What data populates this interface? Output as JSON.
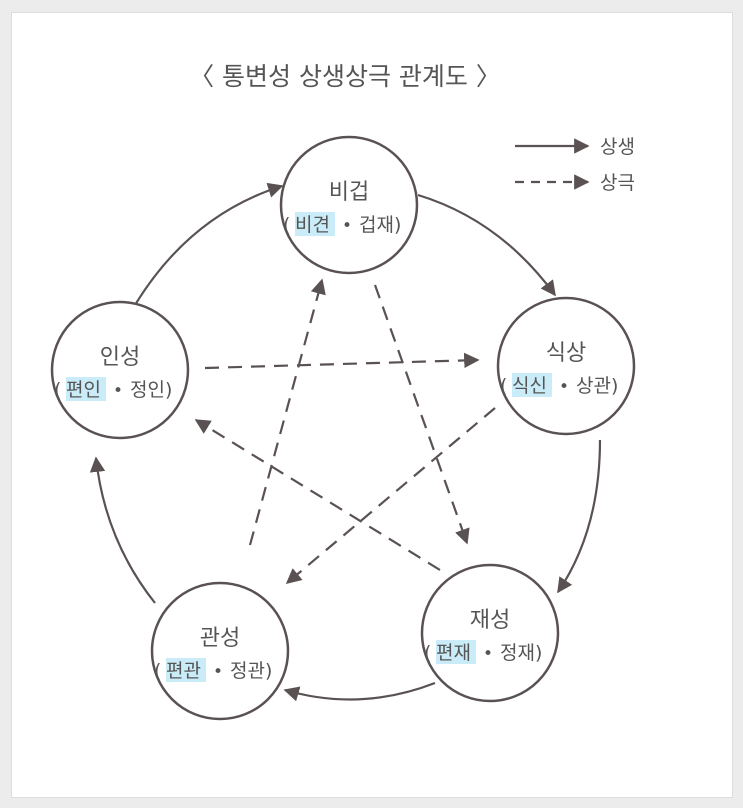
{
  "title": "〈 통변성 상생상극 관계도 〉",
  "legend": {
    "solid_label": "상생",
    "dashed_label": "상극"
  },
  "colors": {
    "line": "#5a5252",
    "text": "#555555",
    "highlight": "#c9ecf8"
  },
  "nodes": {
    "bigeop": {
      "name": "비겁",
      "open": "(",
      "hl": "비견",
      "dot": "•",
      "rest": "겁재)"
    },
    "siksang": {
      "name": "식상",
      "open": "(",
      "hl": "식신",
      "dot": "•",
      "rest": "상관)"
    },
    "jaeseong": {
      "name": "재성",
      "open": "(",
      "hl": "편재",
      "dot": "•",
      "rest": "정재)"
    },
    "gwanseong": {
      "name": "관성",
      "open": "(",
      "hl": "편관",
      "dot": "•",
      "rest": "정관)"
    },
    "inseong": {
      "name": "인성",
      "open": "(",
      "hl": "편인",
      "dot": "•",
      "rest": "정인)"
    }
  }
}
